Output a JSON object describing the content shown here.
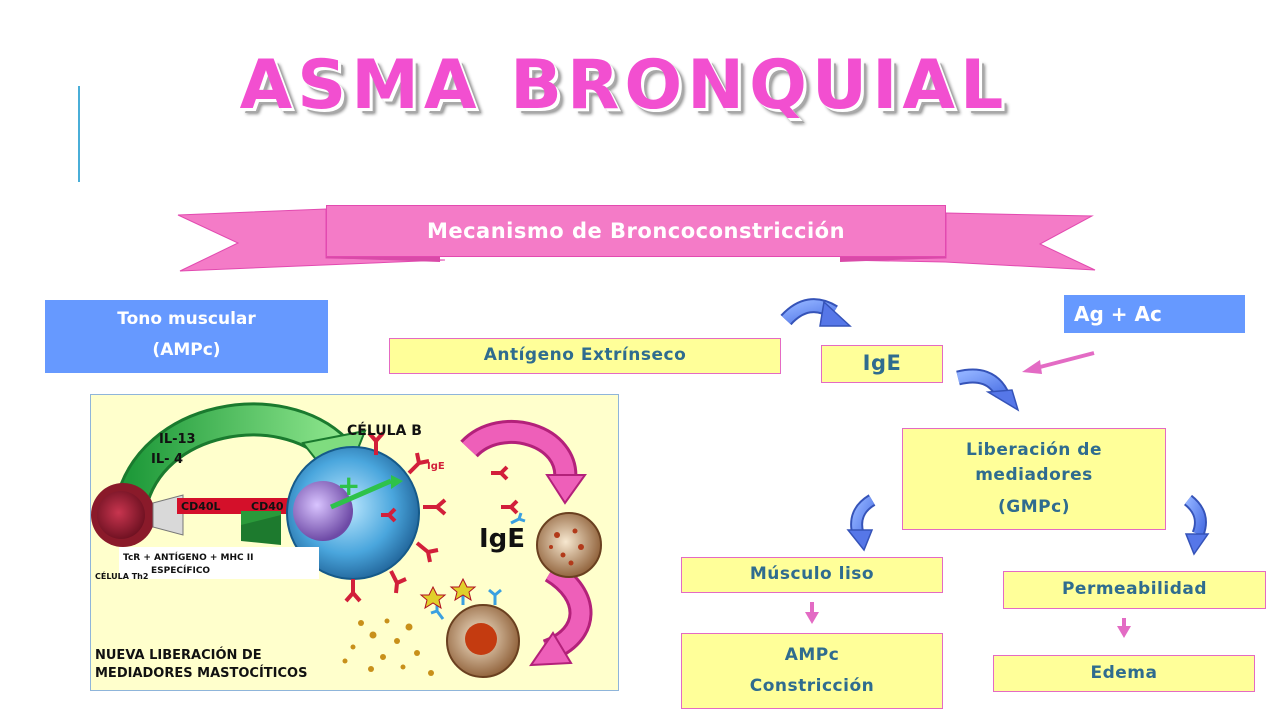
{
  "title": "ASMA BRONQUIAL",
  "ribbon": "Mecanismo de Broncoconstricción",
  "tono": {
    "line1": "Tono muscular",
    "line2": "(AMPc)"
  },
  "agac": "Ag + Ac",
  "antigeno": "Antígeno Extrínseco",
  "ige": "IgE",
  "liberacion": {
    "line1": "Liberación de",
    "line2": "mediadores",
    "line3": "(GMPc)"
  },
  "musculo": "Músculo liso",
  "ampc": {
    "line1": "AMPc",
    "line2": "Constricción"
  },
  "permeabilidad": "Permeabilidad",
  "edema": "Edema",
  "illustration": {
    "il13": "IL-13",
    "il4": "IL- 4",
    "celula_b": "CÉLULA B",
    "ige_small": "IgE",
    "ige_big": "IgE",
    "cd40l": "CD40L",
    "cd40": "CD40",
    "tcr_line1": "TcR + ANTÍGENO + MHC II",
    "tcr_line2": "ESPECÍFICO",
    "celula_th2": "CÉLULA Th2",
    "nueva_line1": "NUEVA LIBERACIÓN DE",
    "nueva_line2": "MEDIADORES MASTOCÍTICOS"
  },
  "colors": {
    "pink": "#f47bc7",
    "blue_box": "#6699ff",
    "yellow_box": "#ffff99",
    "text_teal": "#2f6c8f",
    "arrow_blue": "#6b8cf0",
    "arrow_pink": "#e36bc4"
  }
}
